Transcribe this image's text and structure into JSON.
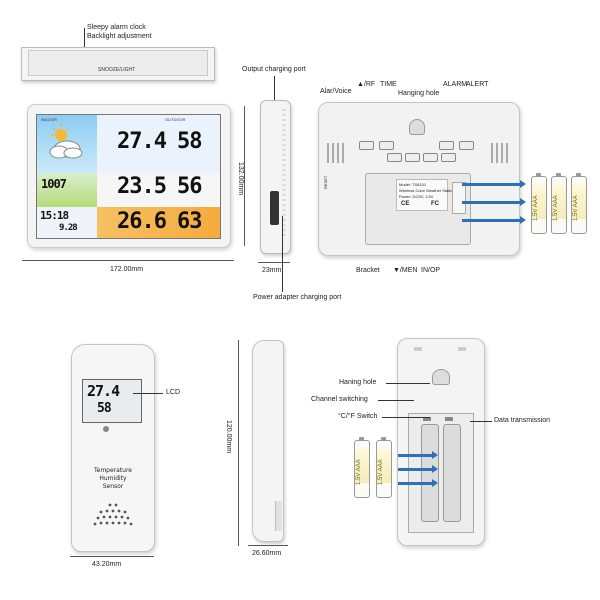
{
  "top_labels": {
    "sleepy_alarm": "Sleepy alarm clock",
    "backlight": "Backlight adjustment",
    "snooze_light": "SNOOZE/LIGHT"
  },
  "main_unit": {
    "width_dim": "172.00mm",
    "height_dim": "132.00mm",
    "depth_dim": "23mm",
    "screen": {
      "indoor_label": "INDOOR",
      "outdoor_label": "OUTDOOR",
      "row1_temp": "27.4",
      "row1_hum": "58",
      "row2_temp": "23.5",
      "row2_hum": "56",
      "pressure": "1007",
      "clock": "15:18",
      "date": "9.28",
      "row3_temp": "26.6",
      "row3_hum": "63"
    }
  },
  "side_labels": {
    "output_port": "Output charging port",
    "power_port": "Power adapter charging port"
  },
  "back_labels": {
    "alar_voice": "Alar/Voice",
    "rf": "▲/RF",
    "time": "TIME",
    "hanging_hole": "Hanging hole",
    "alarm": "ALARM",
    "alert": "ALERT",
    "bracket": "Bracket",
    "men": "▼/MEN",
    "in_op": "IN/OP",
    "sticker_line1": "Model: TS8101",
    "sticker_line2": "Wireless Color Weather Station",
    "sticker_line3": "Power: DC5V, 1.5V",
    "ce": "CE",
    "fc": "FC",
    "back_ctrl": "RESET"
  },
  "batteries": {
    "label": "1.5V AAA"
  },
  "sensor": {
    "lcd_label": "LCD",
    "temp": "27.4",
    "hum": "58",
    "name_line1": "Temperature",
    "name_line2": "Humidity",
    "name_line3": "Sensor",
    "width_dim": "43.20mm",
    "height_dim": "120.00mm",
    "depth_dim": "26.60mm"
  },
  "sensor_back_labels": {
    "haning_hole": "Haning hole",
    "channel": "Channel switching",
    "cf_switch": "°C/°F Switch",
    "data_tx": "Data transmission"
  },
  "colors": {
    "arrow": "#2f6fb8",
    "screen_sky": "#7ec3ef",
    "screen_green": "#b6dc7a",
    "screen_orange": "#f6b348"
  }
}
